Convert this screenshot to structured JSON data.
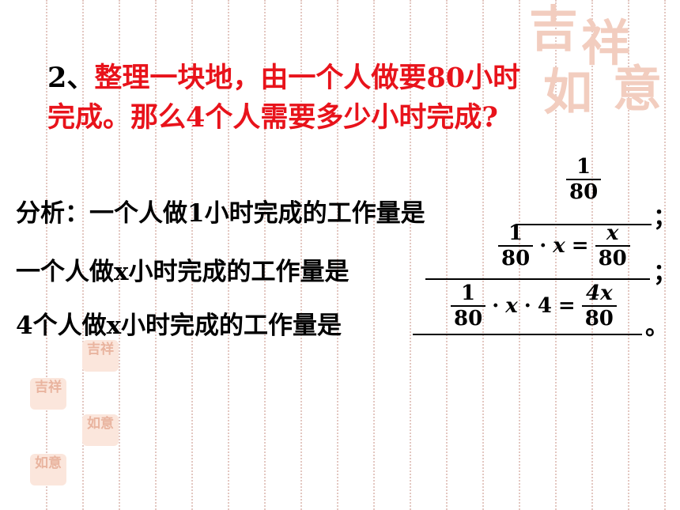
{
  "problem": {
    "number": "2、",
    "line1_text": "整理一块地，由一个人做要80小时",
    "line2_text": "完成。那么4个人需要多少小时完成?"
  },
  "analysis": {
    "lines": [
      {
        "label": "分析：一个人做1小时完成的工作量是",
        "end": "；"
      },
      {
        "label": "一个人做x小时完成的工作量是",
        "end": "；"
      },
      {
        "label": "4个人做x小时完成的工作量是",
        "end": "。"
      }
    ],
    "answer1": {
      "num": "1",
      "den": "80"
    },
    "answer2": {
      "f1_num": "1",
      "f1_den": "80",
      "dot": "·",
      "var": "x",
      "eq": "=",
      "f2_num": "x",
      "f2_den": "80"
    },
    "answer3": {
      "f1_num": "1",
      "f1_den": "80",
      "dot1": "·",
      "var": "x",
      "dot2": "·",
      "four": "4",
      "eq": "=",
      "f2_num": "4x",
      "f2_den": "80"
    }
  },
  "watermark": {
    "seal_text": [
      "吉",
      "祥",
      "如",
      "意"
    ]
  },
  "colors": {
    "accent_red": "#e8131b",
    "guide": "#e3c7c1",
    "seal": "#f2cdbf"
  }
}
